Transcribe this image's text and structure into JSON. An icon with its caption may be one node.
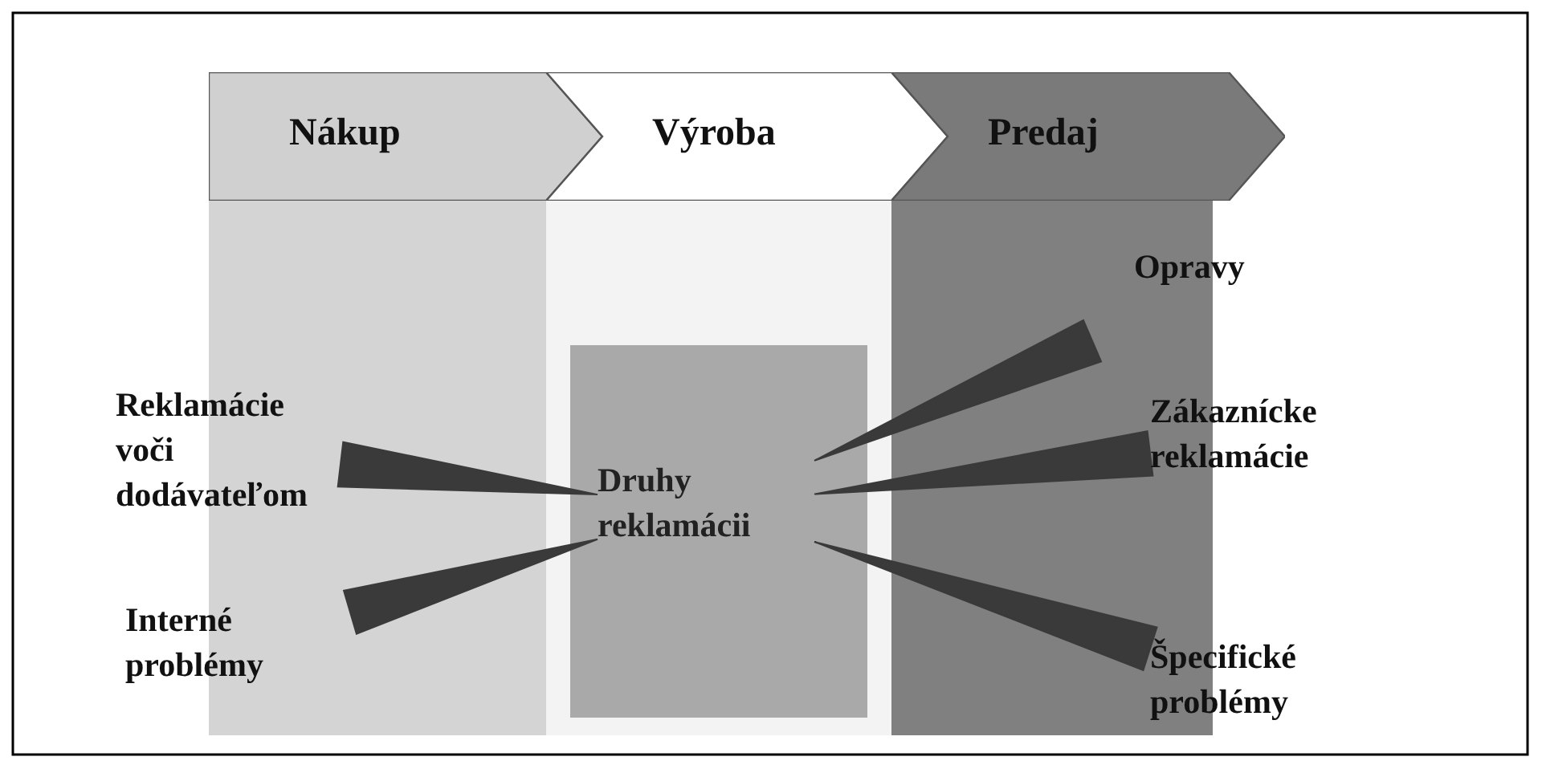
{
  "diagram": {
    "nodes": [
      {
        "text": [
          "Nákup"
        ]
      },
      {
        "text": [
          "Výroba"
        ]
      },
      {
        "text": [
          "Predaj"
        ]
      },
      {
        "text": [
          "Druhy reklamácii"
        ]
      },
      {
        "text": [
          "Reklamácie voči dodávateľom"
        ]
      },
      {
        "text": [
          "Interné problémy"
        ]
      },
      {
        "text": [
          "Opravy"
        ]
      },
      {
        "text": [
          "Zákaznícke reklamácie"
        ]
      },
      {
        "text": [
          "Špecifické problémy"
        ]
      }
    ],
    "edges": [
      {
        "from": 3,
        "to": 4,
        "arrow": "none"
      },
      {
        "from": 3,
        "to": 5,
        "arrow": "none"
      },
      {
        "from": 3,
        "to": 6,
        "arrow": "none"
      },
      {
        "from": 3,
        "to": 7,
        "arrow": "none"
      },
      {
        "from": 3,
        "to": 8,
        "arrow": "none"
      }
    ]
  }
}
